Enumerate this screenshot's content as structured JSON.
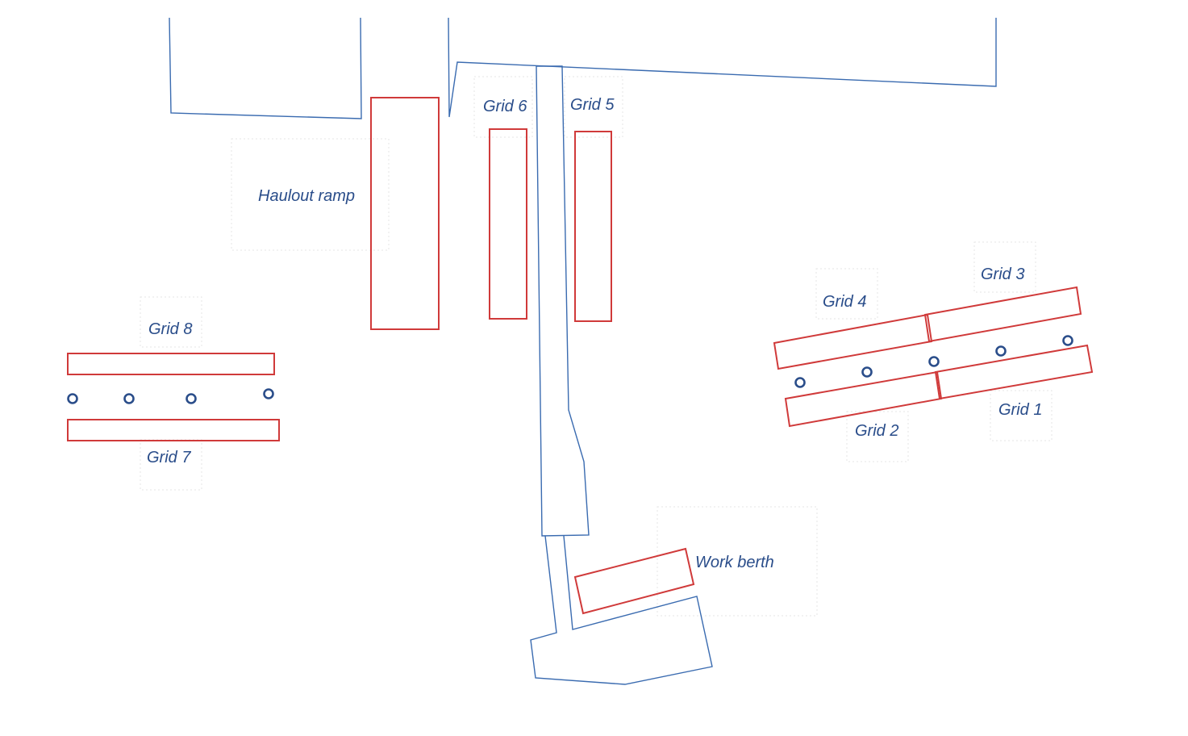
{
  "colors": {
    "outline": "#3a6bb0",
    "grid": "#d03a3a",
    "label": "#2a4d8a",
    "bollard": "#2a4d8a"
  },
  "labels": {
    "haulout_ramp": "Haulout ramp",
    "grid_1": "Grid 1",
    "grid_2": "Grid 2",
    "grid_3": "Grid 3",
    "grid_4": "Grid 4",
    "grid_5": "Grid 5",
    "grid_6": "Grid 6",
    "grid_7": "Grid 7",
    "grid_8": "Grid 8",
    "work_berth": "Work berth"
  }
}
